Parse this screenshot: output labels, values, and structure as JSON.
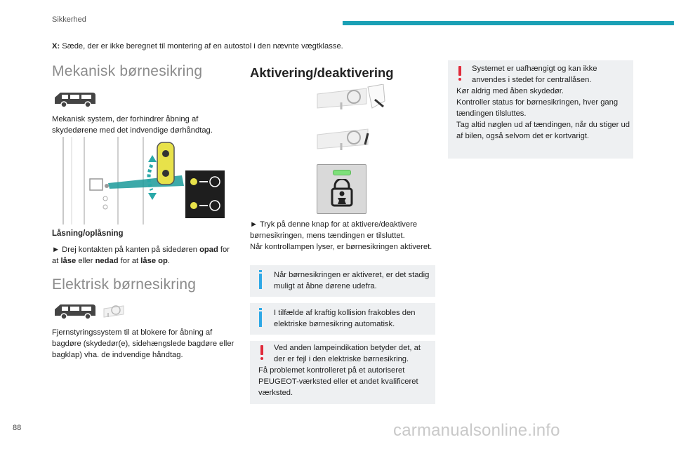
{
  "header": {
    "section": "Sikkerhed"
  },
  "page_number": "88",
  "watermark": "carmanualsonline.info",
  "x_note": {
    "key": "X:",
    "text": " Sæde, der er ikke beregnet til montering af en autostol i den nævnte vægtklasse."
  },
  "col1": {
    "mech_title": "Mekanisk børnesikring",
    "mech_desc": "Mekanisk system, der forhindrer åbning af skydedørene med det indvendige dørhåndtag.",
    "lock_heading": "Låsning/oplåsning",
    "lock_arrow": "►",
    "lock_t1": " Drej kontakten på kanten på sidedøren ",
    "lock_b1": "opad",
    "lock_t2": " for at ",
    "lock_b2": "låse",
    "lock_t3": " eller ",
    "lock_b3": "nedad",
    "lock_t4": " for at ",
    "lock_b4": "låse op",
    "lock_t5": ".",
    "elec_title": "Elektrisk børnesikring",
    "elec_desc": "Fjernstyringssystem til at blokere for åbning af bagdøre (skydedør(e), sidehængslede bagdøre eller bagklap) vha. de indvendige håndtag."
  },
  "col2": {
    "title": "Aktivering/deaktivering",
    "press_arrow": "►",
    "press_text": " Tryk på denne knap for at aktivere/deaktivere børnesikringen, mens tændingen er tilsluttet.",
    "lamp_text": "Når kontrollampen lyser, er børnesikringen aktiveret.",
    "info1": "Når børnesikringen er aktiveret, er det stadig muligt at åbne dørene udefra.",
    "info2": "I tilfælde af kraftig kollision frakobles den elektriske børnesikring automatisk.",
    "warn1_a": "Ved anden lampeindikation betyder det, at der er fejl i den elektriske børnesikring.",
    "warn1_b": "Få problemet kontrolleret på et autoriseret PEUGEOT-værksted eller et andet kvalificeret værksted."
  },
  "col3": {
    "warn_a": "Systemet er uafhængigt og kan ikke anvendes i stedet for centrallåsen.",
    "warn_b": "Kør aldrig med åben skydedør.",
    "warn_c": "Kontroller status for børnesikringen, hver gang tændingen tilsluttes.",
    "warn_d": "Tag altid nøglen ud af tændingen, når du stiger ud af bilen, også selvom det er kortvarigt."
  },
  "colors": {
    "accent": "#1aa0b5",
    "info_bar": "#2ea8e6",
    "warning": "#e02a3a",
    "box_bg": "#eef0f2",
    "lamp": "#7ee07a"
  }
}
